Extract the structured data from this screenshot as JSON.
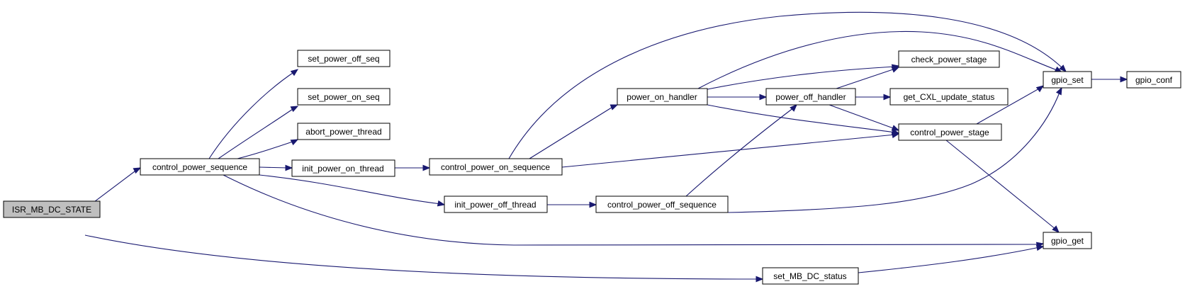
{
  "graph": {
    "type": "call-graph",
    "colors": {
      "edge": "#191970",
      "root_fill": "#bfbfbf",
      "node_fill": "#ffffff",
      "node_border": "#000000"
    },
    "nodes": {
      "isr_mb_dc_state": "ISR_MB_DC_STATE",
      "control_power_sequence": "control_power_sequence",
      "set_power_off_seq": "set_power_off_seq",
      "set_power_on_seq": "set_power_on_seq",
      "abort_power_thread": "abort_power_thread",
      "init_power_on_thread": "init_power_on_thread",
      "init_power_off_thread": "init_power_off_thread",
      "control_power_on_sequence": "control_power_on_sequence",
      "control_power_off_sequence": "control_power_off_sequence",
      "power_on_handler": "power_on_handler",
      "power_off_handler": "power_off_handler",
      "check_power_stage": "check_power_stage",
      "get_cxl_update_status": "get_CXL_update_status",
      "control_power_stage": "control_power_stage",
      "gpio_set": "gpio_set",
      "gpio_conf": "gpio_conf",
      "gpio_get": "gpio_get",
      "set_mb_dc_status": "set_MB_DC_status"
    },
    "edges": [
      [
        "isr_mb_dc_state",
        "control_power_sequence"
      ],
      [
        "isr_mb_dc_state",
        "set_mb_dc_status"
      ],
      [
        "control_power_sequence",
        "set_power_off_seq"
      ],
      [
        "control_power_sequence",
        "set_power_on_seq"
      ],
      [
        "control_power_sequence",
        "abort_power_thread"
      ],
      [
        "control_power_sequence",
        "init_power_on_thread"
      ],
      [
        "control_power_sequence",
        "init_power_off_thread"
      ],
      [
        "control_power_sequence",
        "gpio_get"
      ],
      [
        "init_power_on_thread",
        "control_power_on_sequence"
      ],
      [
        "init_power_off_thread",
        "control_power_off_sequence"
      ],
      [
        "control_power_on_sequence",
        "power_on_handler"
      ],
      [
        "control_power_on_sequence",
        "gpio_set"
      ],
      [
        "control_power_on_sequence",
        "control_power_stage"
      ],
      [
        "control_power_off_sequence",
        "power_off_handler"
      ],
      [
        "control_power_off_sequence",
        "gpio_set"
      ],
      [
        "power_on_handler",
        "power_off_handler"
      ],
      [
        "power_on_handler",
        "check_power_stage"
      ],
      [
        "power_on_handler",
        "gpio_set"
      ],
      [
        "power_on_handler",
        "control_power_stage"
      ],
      [
        "power_off_handler",
        "check_power_stage"
      ],
      [
        "power_off_handler",
        "get_cxl_update_status"
      ],
      [
        "power_off_handler",
        "control_power_stage"
      ],
      [
        "control_power_stage",
        "gpio_set"
      ],
      [
        "control_power_stage",
        "gpio_get"
      ],
      [
        "gpio_set",
        "gpio_conf"
      ],
      [
        "set_mb_dc_status",
        "gpio_get"
      ]
    ]
  }
}
